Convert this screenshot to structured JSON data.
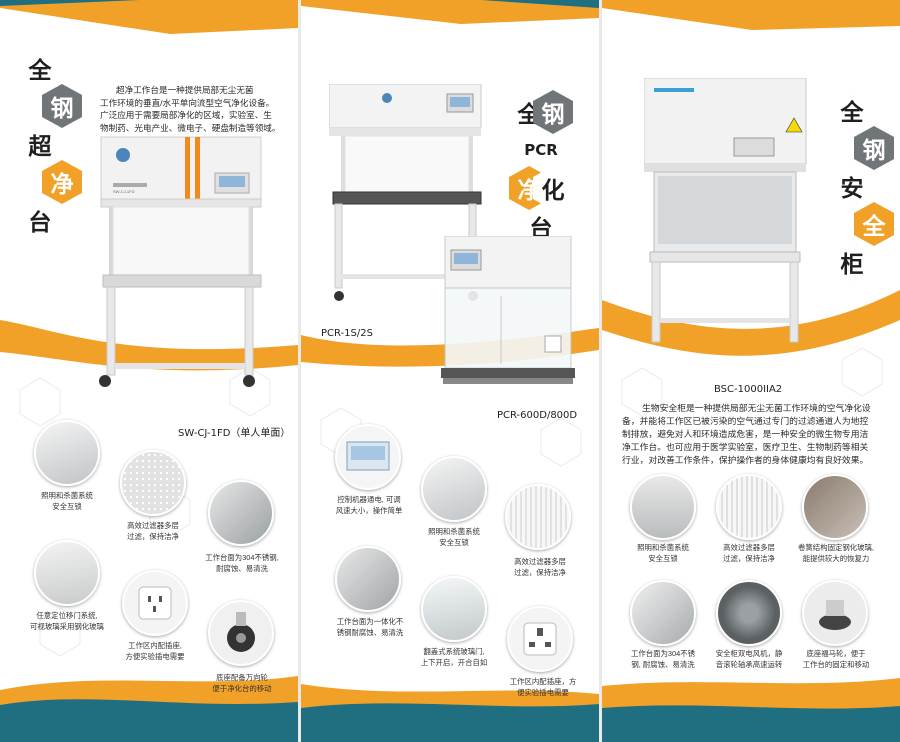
{
  "colors": {
    "orange": "#f1a128",
    "teal": "#1f6f80",
    "gray_hex": "#707577"
  },
  "panel1": {
    "title_chars": [
      "全",
      "钢",
      "超",
      "净",
      "台"
    ],
    "description_lines": [
      "超净工作台是一种提供局部无尘无菌",
      "工作环境的垂直/水平单向流型空气净化设备。",
      "广泛应用于需要局部净化的区域，实验室、生",
      "物制药、光电产业、微电子、硬盘制造等领域。"
    ],
    "device_label": "SW-CJ-1FD",
    "model": "SW-CJ-1FD（单人单面）",
    "features": [
      [
        "照明和杀菌系统",
        "安全互锁"
      ],
      [
        "高效过滤器多层",
        "过滤，保持洁净"
      ],
      [
        "工作台面为304不锈钢,",
        "耐腐蚀、易清洗"
      ],
      [
        "任意定位移门系统,",
        "可视玻璃采用钢化玻璃"
      ],
      [
        "工作区内配插座,",
        "方便实验插电需要"
      ],
      [
        "底座配备万向轮",
        "便于净化台的移动"
      ]
    ]
  },
  "panel2": {
    "title_chars": [
      "全",
      "钢",
      "PCR",
      "净",
      "化",
      "台"
    ],
    "model_a": "PCR-1S/2S",
    "model_b": "PCR-600D/800D",
    "features": [
      [
        "控制机器通电, 可调",
        "风速大小，操作简单"
      ],
      [
        "照明和杀菌系统",
        "安全互锁"
      ],
      [
        "高效过滤器多层",
        "过滤，保持洁净"
      ],
      [
        "工作台面为一体化不",
        "锈钢耐腐蚀、易清洗"
      ],
      [
        "翻盖式系统玻璃门,",
        "上下开启，开合自如"
      ],
      [
        "工作区内配插座，方",
        "便实验插电需要"
      ]
    ]
  },
  "panel3": {
    "title_chars": [
      "全",
      "钢",
      "安",
      "全",
      "柜"
    ],
    "model": "BSC-1000IIA2",
    "description_lines": [
      "生物安全柜是一种提供局部无尘无菌工作环境的空气净化设",
      "备，并能将工作区已被污染的空气通过专门的过滤通道人为地控",
      "制排放，避免对人和环境造成危害，是一种安全的微生物专用洁",
      "净工作台。也可应用于医学实验室，医疗卫生、生物制药等相关",
      "行业，对改善工作条件，保护操作者的身体健康均有良好效果。"
    ],
    "features": [
      [
        "照明和杀菌系统",
        "安全互锁"
      ],
      [
        "高效过滤器多层",
        "过滤，保持洁净"
      ],
      [
        "卷簧结构固定钢化玻璃,",
        "能提供较大的恢复力"
      ],
      [
        "工作台面为304不锈",
        "钢, 耐腐蚀、易清洗"
      ],
      [
        "安全柜双电风机，静",
        "音滚轮轴承高速运转"
      ],
      [
        "底座福马轮，便于",
        "工作台的固定和移动"
      ]
    ]
  }
}
